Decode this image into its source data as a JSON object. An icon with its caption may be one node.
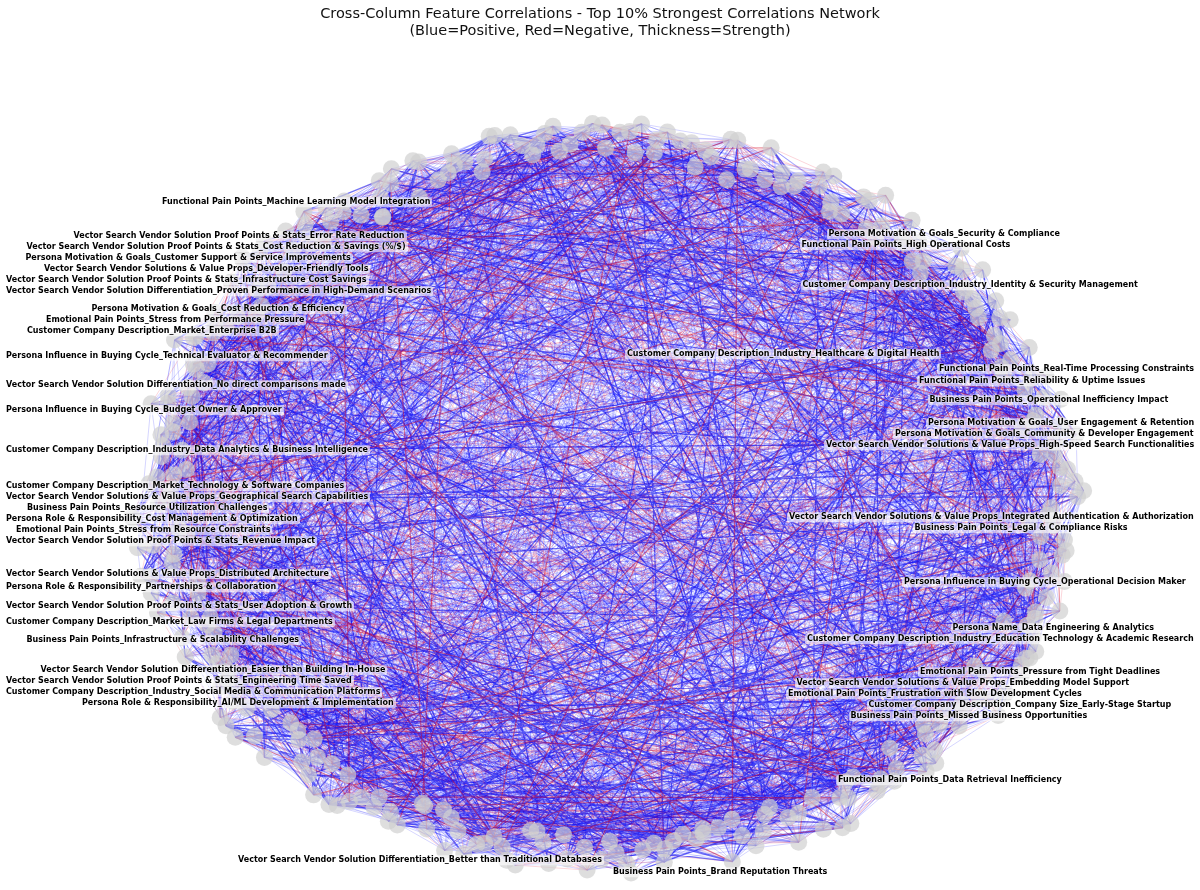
{
  "diagram": {
    "title": "Cross-Column Feature Correlations - Top 10% Strongest Correlations Network (Blue=Positive, Red=Negative, Thickness=Strength)",
    "nodes": [
      {
        "text": [
          "Functional Pain Points_Machine Learning Model Integration"
        ]
      },
      {
        "text": [
          "Persona Motivation & Goals_Security & Compliance"
        ]
      },
      {
        "text": [
          "Functional Pain Points_High Operational Costs"
        ]
      },
      {
        "text": [
          "Vector Search Vendor Solution Proof Points & Stats_Error Rate Reduction"
        ]
      },
      {
        "text": [
          "Vector Search Vendor Solution Proof Points & Stats_Cost Reduction & Savings (%/$)"
        ]
      },
      {
        "text": [
          "Persona Motivation & Goals_Customer Support & Service Improvements"
        ]
      },
      {
        "text": [
          "Vector Search Vendor Solutions & Value Props_Developer-Friendly Tools"
        ]
      },
      {
        "text": [
          "Customer Company Description_Industry_Identity & Security Management"
        ]
      },
      {
        "text": [
          "Vector Search Vendor Solution Proof Points & Stats_Infrastructure Cost Savings"
        ]
      },
      {
        "text": [
          "Vector Search Vendor Solution Differentiation_Proven Performance in High-Demand Scenarios"
        ]
      },
      {
        "text": [
          "Persona Motivation & Goals_Cost Reduction & Efficiency"
        ]
      },
      {
        "text": [
          "Emotional Pain Points_Stress from Performance Pressure"
        ]
      },
      {
        "text": [
          "Customer Company Description_Market_Enterprise B2B"
        ]
      },
      {
        "text": [
          "Customer Company Description_Industry_Healthcare & Digital Health"
        ]
      },
      {
        "text": [
          "Persona Influence in Buying Cycle_Technical Evaluator & Recommender"
        ]
      },
      {
        "text": [
          "Functional Pain Points_Real-Time Processing Constraints"
        ]
      },
      {
        "text": [
          "Functional Pain Points_Reliability & Uptime Issues"
        ]
      },
      {
        "text": [
          "Vector Search Vendor Solution Differentiation_No direct comparisons made"
        ]
      },
      {
        "text": [
          "Business Pain Points_Operational Inefficiency Impact"
        ]
      },
      {
        "text": [
          "Persona Influence in Buying Cycle_Budget Owner & Approver"
        ]
      },
      {
        "text": [
          "Persona Motivation & Goals_User Engagement & Retention"
        ]
      },
      {
        "text": [
          "Persona Motivation & Goals_Community & Developer Engagement"
        ]
      },
      {
        "text": [
          "Vector Search Vendor Solutions & Value Props_High-Speed Search Functionalities"
        ]
      },
      {
        "text": [
          "Customer Company Description_Industry_Data Analytics & Business Intelligence"
        ]
      },
      {
        "text": [
          "Customer Company Description_Market_Technology & Software Companies"
        ]
      },
      {
        "text": [
          "Vector Search Vendor Solutions & Value Props_Geographical Search Capabilities"
        ]
      },
      {
        "text": [
          "Business Pain Points_Resource Utilization Challenges"
        ]
      },
      {
        "text": [
          "Vector Search Vendor Solutions & Value Props_Integrated Authentication & Authorization"
        ]
      },
      {
        "text": [
          "Persona Role & Responsibility_Cost Management & Optimization"
        ]
      },
      {
        "text": [
          "Emotional Pain Points_Stress from Resource Constraints"
        ]
      },
      {
        "text": [
          "Business Pain Points_Legal & Compliance Risks"
        ]
      },
      {
        "text": [
          "Vector Search Vendor Solution Proof Points & Stats_Revenue Impact"
        ]
      },
      {
        "text": [
          "Vector Search Vendor Solutions & Value Props_Distributed Architecture"
        ]
      },
      {
        "text": [
          "Persona Influence in Buying Cycle_Operational Decision Maker"
        ]
      },
      {
        "text": [
          "Persona Role & Responsibility_Partnerships & Collaboration"
        ]
      },
      {
        "text": [
          "Vector Search Vendor Solution Proof Points & Stats_User Adoption & Growth"
        ]
      },
      {
        "text": [
          "Customer Company Description_Market_Law Firms & Legal Departments"
        ]
      },
      {
        "text": [
          "Persona Name_Data Engineering & Analytics"
        ]
      },
      {
        "text": [
          "Customer Company Description_Industry_Education Technology & Academic Research"
        ]
      },
      {
        "text": [
          "Business Pain Points_Infrastructure & Scalability Challenges"
        ]
      },
      {
        "text": [
          "Vector Search Vendor Solution Differentiation_Easier than Building In-House"
        ]
      },
      {
        "text": [
          "Emotional Pain Points_Pressure from Tight Deadlines"
        ]
      },
      {
        "text": [
          "Vector Search Vendor Solution Proof Points & Stats_Engineering Time Saved"
        ]
      },
      {
        "text": [
          "Vector Search Vendor Solutions & Value Props_Embedding Model Support"
        ]
      },
      {
        "text": [
          "Customer Company Description_Industry_Social Media & Communication Platforms"
        ]
      },
      {
        "text": [
          "Persona Role & Responsibility_AI/ML Development & Implementation"
        ]
      },
      {
        "text": [
          "Emotional Pain Points_Frustration with Slow Development Cycles"
        ]
      },
      {
        "text": [
          "Customer Company Description_Company Size_Early-Stage Startup"
        ]
      },
      {
        "text": [
          "Business Pain Points_Missed Business Opportunities"
        ]
      },
      {
        "text": [
          "Functional Pain Points_Data Retrieval Inefficiency"
        ]
      },
      {
        "text": [
          "Vector Search Vendor Solution Differentiation_Better than Traditional Databases"
        ]
      },
      {
        "text": [
          "Business Pain Points_Brand Reputation Threats"
        ]
      }
    ]
  }
}
